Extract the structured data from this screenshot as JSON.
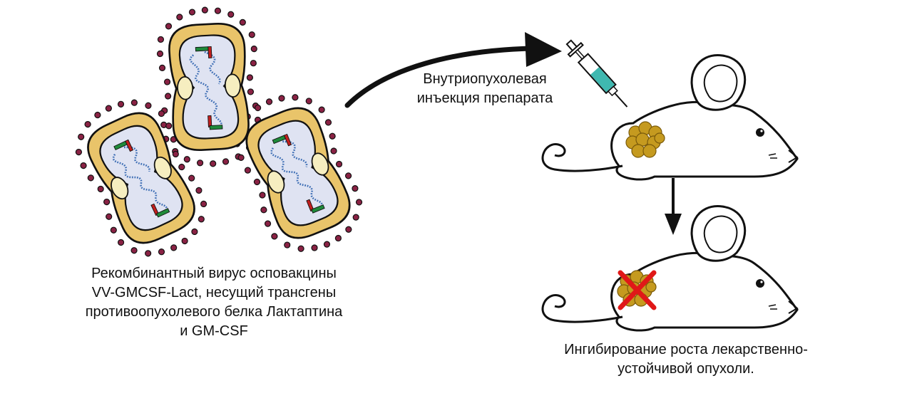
{
  "captions": {
    "virus": [
      "Рекомбинантный вирус осповакцины",
      "VV-GMCSF-Lact, несущий трансгены",
      "противоопухолевого белка Лактаптина",
      "и GM-CSF"
    ],
    "injection": [
      "Внутриопухолевая",
      "инъекция препарата"
    ],
    "result": [
      "Ингибирование роста лекарственно-",
      "устойчивой опухоли."
    ]
  },
  "colors": {
    "spike": "#8a2244",
    "membrane": "#e9c46a",
    "core": "#dfe3f2",
    "lateral_body": "#f6eec0",
    "dna": "#3f6fb5",
    "gene_green": "#1f8a3a",
    "gene_red": "#c21f1f",
    "tumor": "#c59a1f",
    "cross": "#e01818",
    "syringe_fluid": "#3fb8b0"
  },
  "icons": [
    "vaccinia-virus-icon",
    "mouse-icon",
    "tumor-icon",
    "syringe-icon",
    "cross-mark-icon",
    "curved-arrow-icon",
    "down-arrow-icon"
  ]
}
